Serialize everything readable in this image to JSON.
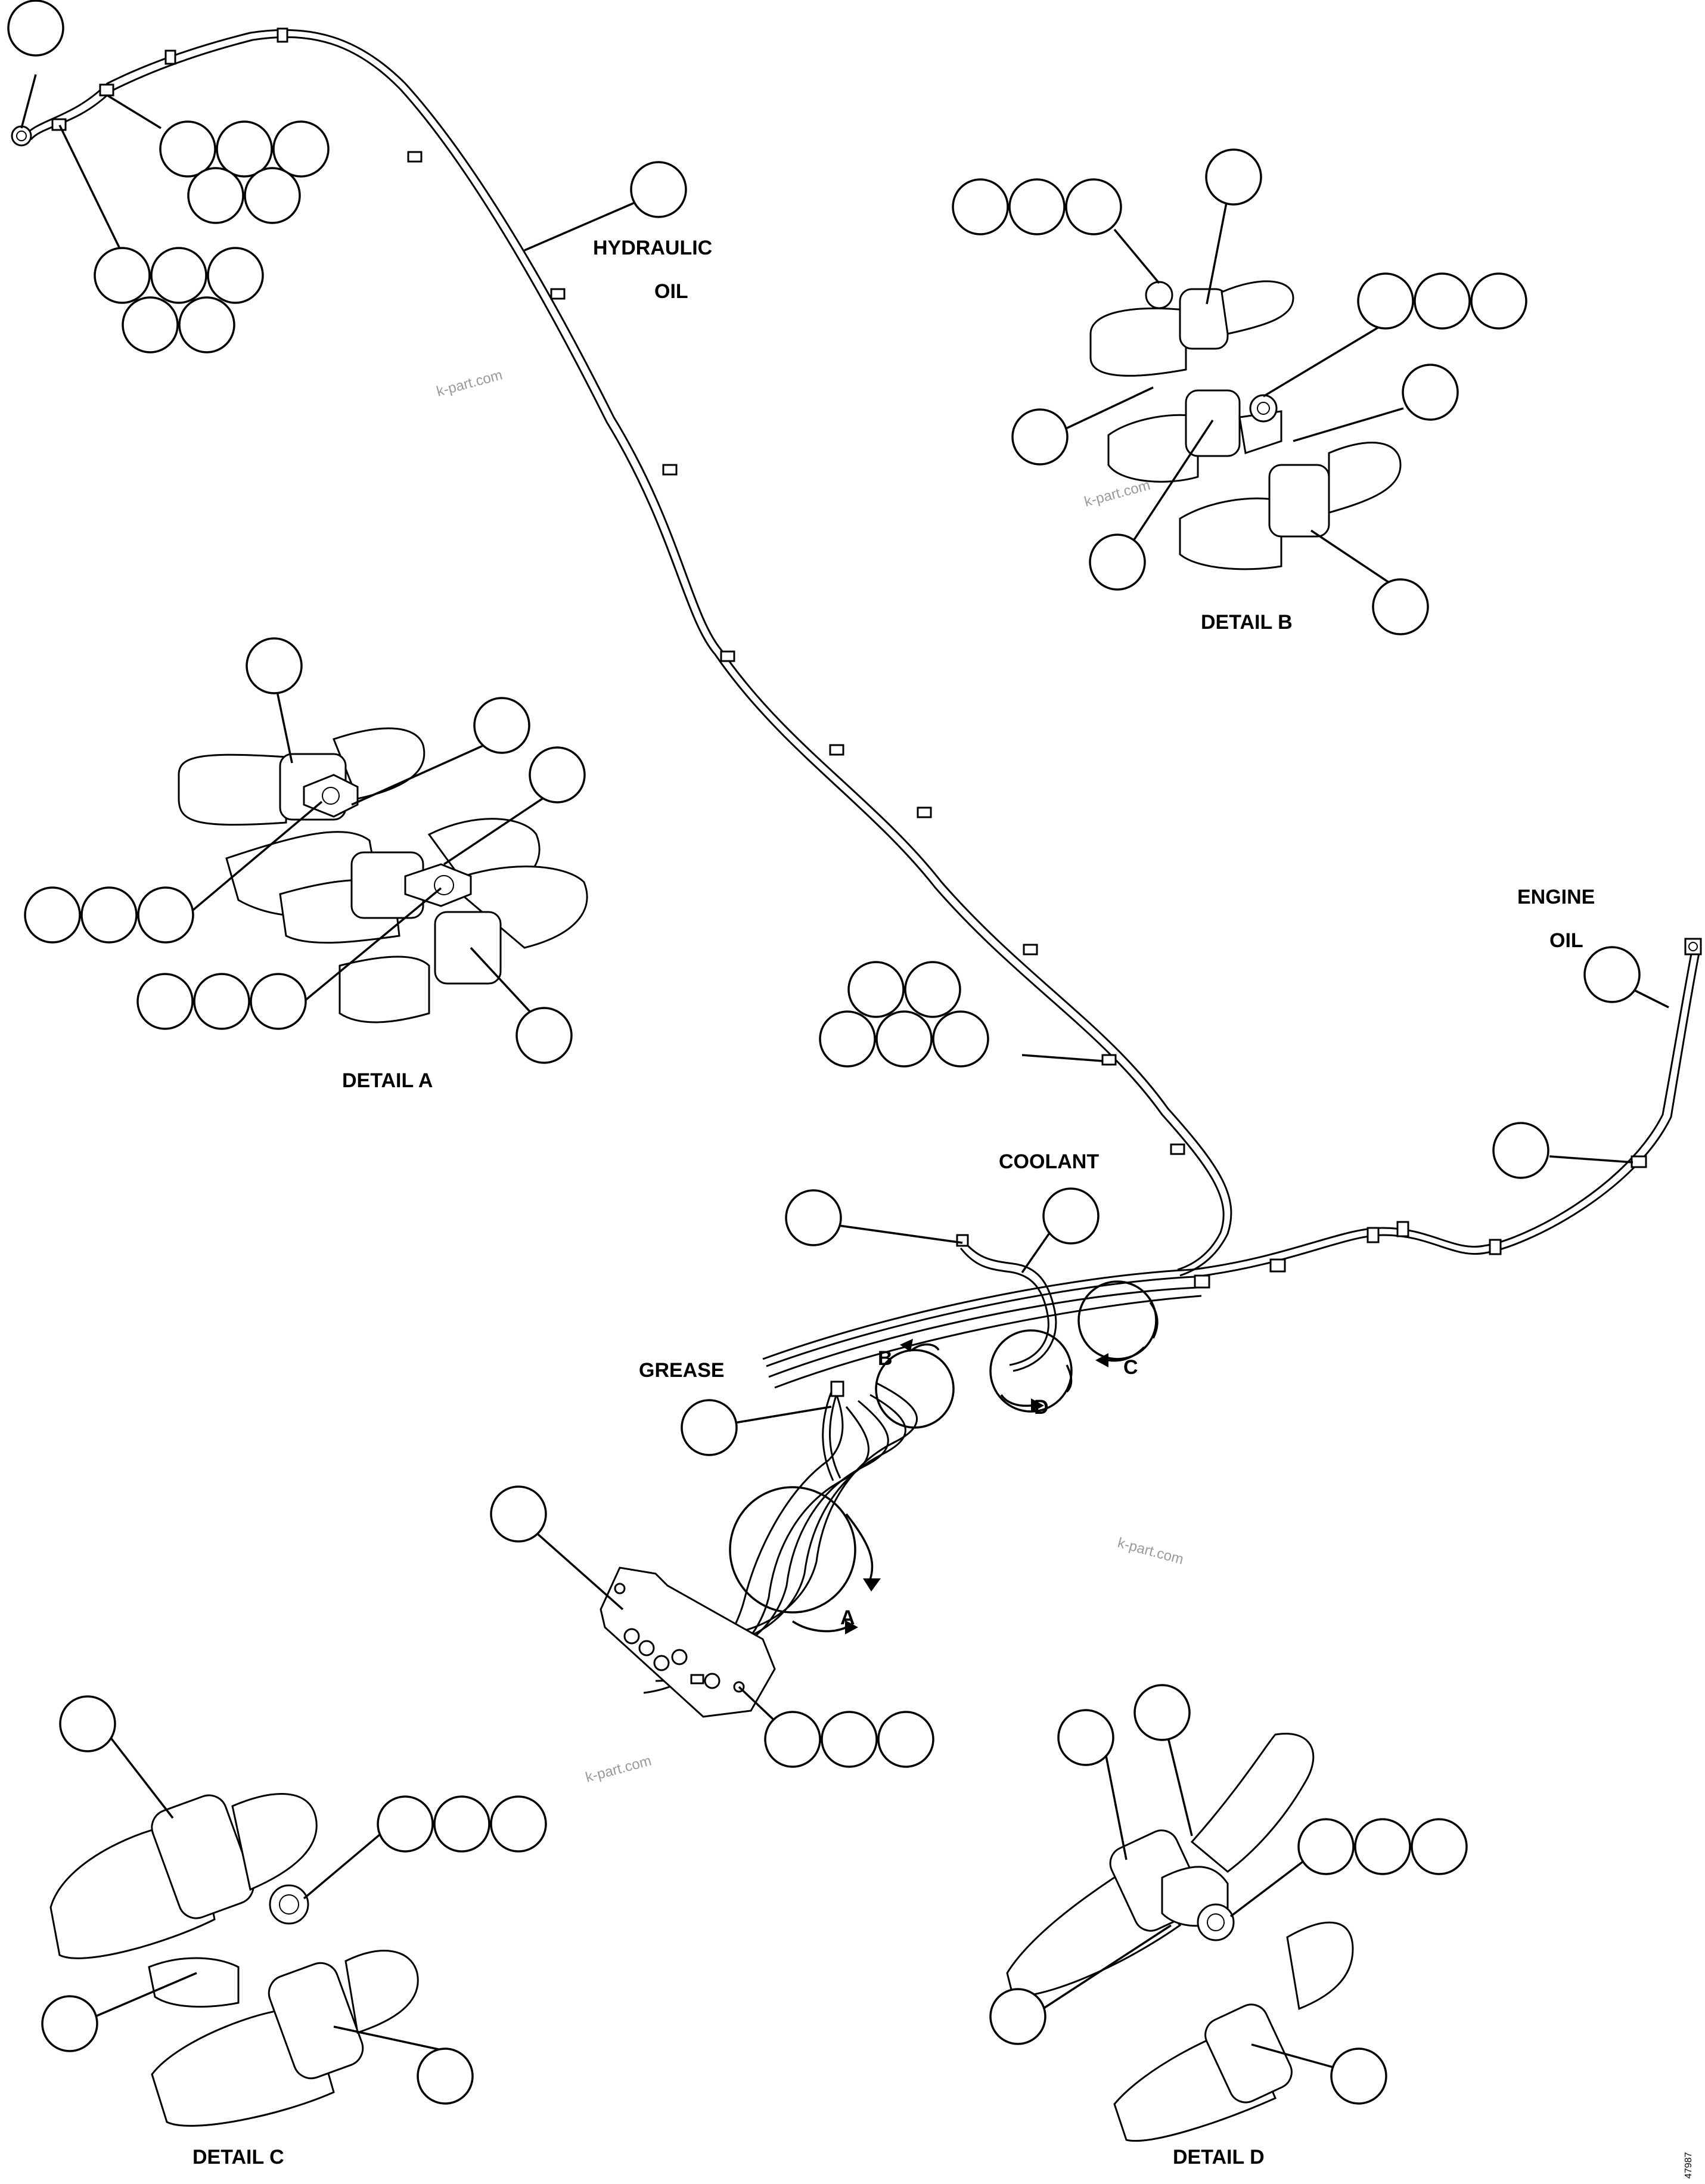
{
  "labels": {
    "hydraulic": "HYDRAULIC",
    "hydraulic_oil": "OIL",
    "engine": "ENGINE",
    "engine_oil": "OIL",
    "coolant": "COOLANT",
    "grease": "GREASE",
    "arrow_a": "A",
    "arrow_b": "B",
    "arrow_c": "C",
    "arrow_d": "D",
    "detail_a": "DETAIL A",
    "detail_b": "DETAIL B",
    "detail_c": "DETAIL C",
    "detail_d": "DETAIL D"
  },
  "watermarks": [
    "k-part.com",
    "k-part.com",
    "k-part.com",
    "k-part.com"
  ],
  "figure_number": "47987"
}
